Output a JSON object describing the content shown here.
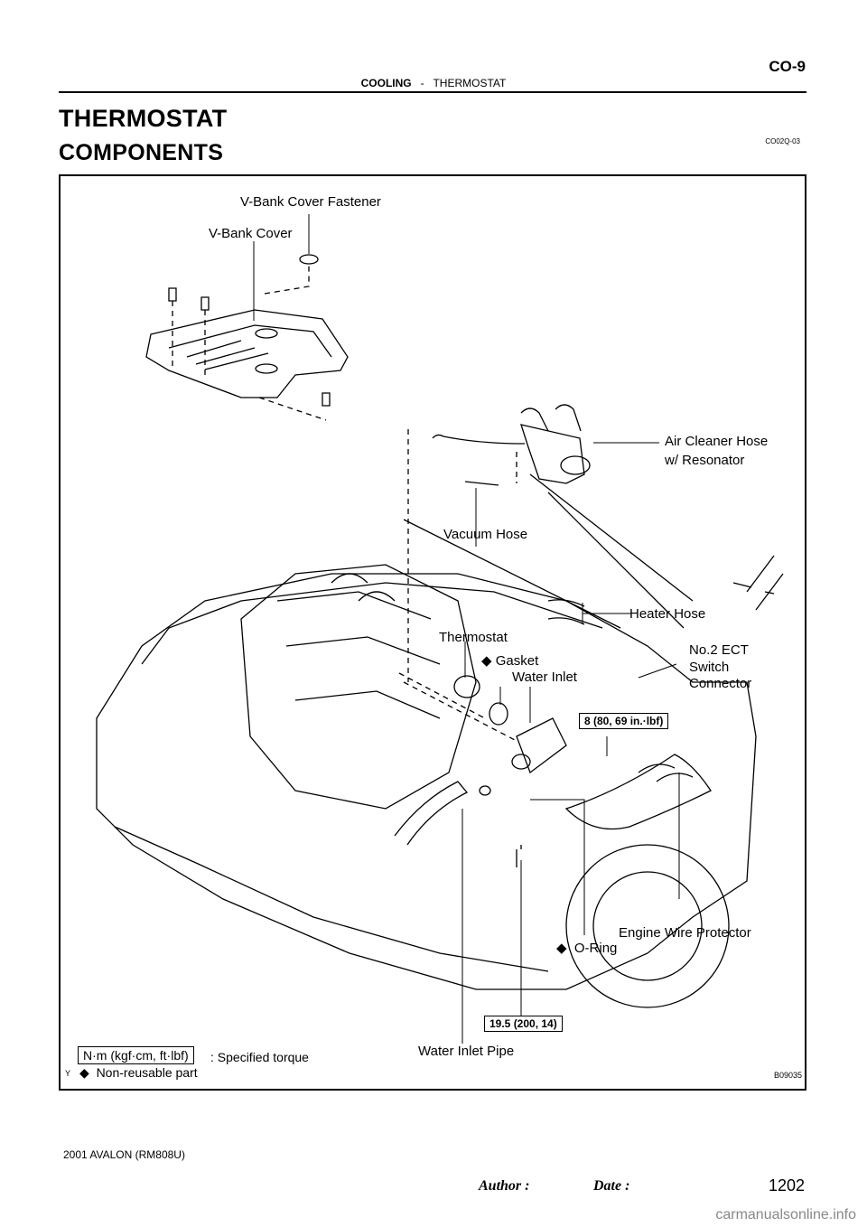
{
  "header": {
    "section": "COOLING",
    "separator": "-",
    "subsection": "THERMOSTAT",
    "page_code": "CO-9"
  },
  "title": "THERMOSTAT",
  "subtitle": "COMPONENTS",
  "doc_id": "CO02Q-03",
  "figure": {
    "labels": {
      "v_bank_cover_fastener": "V-Bank  Cover Fastener",
      "v_bank_cover": "V-Bank  Cover",
      "air_cleaner_hose_line1": "Air  Cleaner  Hose",
      "air_cleaner_hose_line2": "w/ Resonator",
      "vacuum_hose": "Vacuum Hose",
      "heater_hose": "Heater Hose",
      "thermostat": "Thermostat",
      "gasket": "Gasket",
      "water_inlet": "Water Inlet",
      "no2_ect_line1": "No.2 ECT",
      "no2_ect_line2": "Switch",
      "no2_ect_line3": "Connector",
      "engine_wire_protector": "Engine Wire Protector",
      "o_ring": "O-Ring",
      "water_inlet_pipe": "Water Inlet Pipe"
    },
    "torque_values": {
      "inlet_bolt": "8 (80, 69 in.·lbf)",
      "pipe_bolt": "19.5 (200, 14)"
    },
    "legend": {
      "unit_box": "N·m (kgf·cm, ft·lbf)",
      "unit_text": ": Specified torque",
      "non_reusable": "Non-reusable part",
      "corner_mark": "Y"
    },
    "figure_id": "B09035",
    "symbol": "diamond-bullet"
  },
  "footer": {
    "model": "2001 AVALON   (RM808U)",
    "author_label": "Author :",
    "date_label": "Date :",
    "page_number": "1202"
  },
  "watermark": "carmanualsonline.info"
}
